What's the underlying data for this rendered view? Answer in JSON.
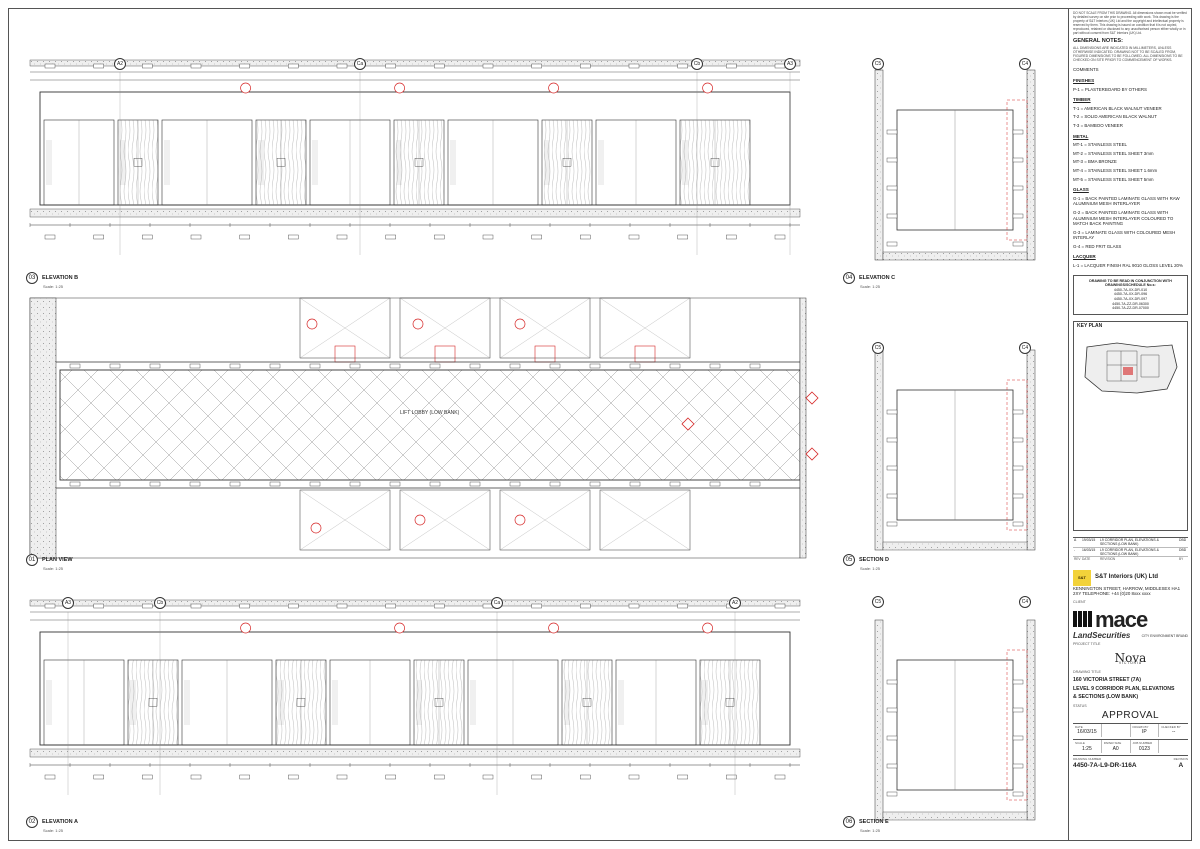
{
  "views": {
    "elev_b": {
      "number": "03",
      "name": "ELEVATION B",
      "scale": "Scale: 1:25"
    },
    "elev_c": {
      "number": "04",
      "name": "ELEVATION C",
      "scale": "Scale: 1:25"
    },
    "plan": {
      "number": "01",
      "name": "PLAN VIEW",
      "scale": "Scale: 1:25"
    },
    "sect_d": {
      "number": "05",
      "name": "SECTION D",
      "scale": "Scale: 1:25"
    },
    "elev_a": {
      "number": "02",
      "name": "ELEVATION A",
      "scale": "Scale: 1:25"
    },
    "sect_e": {
      "number": "06",
      "name": "SECTION E",
      "scale": "Scale: 1:25"
    }
  },
  "gridlines": {
    "top": [
      "A2",
      "Ca",
      "Cb",
      "A3"
    ],
    "right_top": [
      "C5",
      "C4"
    ],
    "right_mid": [
      "C5",
      "C4"
    ],
    "right_bottom": [
      "C5",
      "C4"
    ],
    "bottom": [
      "A3",
      "Cb",
      "Ca",
      "A2"
    ]
  },
  "plan_label": "LIFT LOBBY (LOW BANK)",
  "title_block": {
    "disclaimer": "DO NOT SCALE FROM THIS DRAWING. All dimensions shown must be verified by detailed survey on site prior to proceeding with work. This drawing is the property of S&T Interiors (UK) Ltd and the copyright and intellectual property is reserved by them. This drawing is issued on condition that it is not copied, reproduced, retained or disclosed to any unauthorised person either wholly or in part without consent from S&T Interiors (UK) Ltd.",
    "general_notes_title": "GENERAL NOTES:",
    "general_notes": "ALL DIMENSIONS ARE INDICATED IN MILLIMETERS, UNLESS OTHERWISE INDICATED. DRAWING NOT TO BE SCALED FROM, FIGURED DIMENSIONS TO BE FOLLOWED. ALL DIMENSIONS TO BE CHECKED ON SITE PRIOR TO COMMENCEMENT OF WORKS.",
    "comments": "COMMENTS",
    "finishes": "FINISHES",
    "p1": "P-1 = PLASTERBOARD BY OTHERS",
    "timber": "TIMBER",
    "t1": "T-1 = AMERICAN BLACK WALNUT VENEER",
    "t2": "T-2 = SOLID AMERICAN BLACK WALNUT",
    "t3": "T-3 = BAMBOO VENEER",
    "metal": "METAL",
    "mt1": "MT-1 = STAINLESS STEEL",
    "mt2": "MT-2 = STAINLESS STEEL SHEET 3mm",
    "mt3": "MT-3 = BMA BRONZE",
    "mt4": "MT-4 = STAINLESS STEEL SHEET 1.6mm",
    "mt5": "MT-5 = STAINLESS STEEL SHEET 5mm",
    "glass": "GLASS",
    "g1": "G-1 = BACK PAINTED LAMINATE GLASS WITH RAW ALUMINIUM MESH INTERLAYER",
    "g2": "G-2 = BACK PAINTED LAMINATE GLASS WITH ALUMINIUM MESH INTERLAYER COLOURED TO MATCH BACK PAINTING",
    "g3": "G-3 = LAMINATE GLASS WITH COLOURED MESH INTERLAY",
    "g4": "G-4 = RED FRIT GLASS",
    "lacquer": "LACQUER",
    "l1": "L-1 = LACQUER FINISH RAL 9010 GLOSS LEVEL 20%",
    "readwith_title": "DRAWING TO BE READ IN CONJUNCTION WITH DRAWINGS/SCHEDULE No.s:",
    "readwith": [
      "4450-7A-XX-DR-010",
      "4450-7A-XX-DR-096",
      "4450-7A-XX-DR-097",
      "4450-7A-ZZ-DR-06300",
      "4450-7A-ZZ-DR-07000"
    ],
    "key_plan": "KEY PLAN",
    "rev_rows": [
      {
        "rev": "A",
        "date": "19/03/15",
        "desc": "L9 CORRIDOR PLAN, ELEVATIONS & SECTIONS (LOW BANK)",
        "by": "DBD"
      },
      {
        "rev": "-",
        "date": "16/03/15",
        "desc": "L9 CORRIDOR PLAN, ELEVATIONS & SECTIONS (LOW BANK)",
        "by": "DBD"
      }
    ],
    "rev_head": [
      "REV",
      "DATE",
      "REVISION",
      "BY"
    ],
    "company": "S&T Interiors (UK) Ltd",
    "logo_text": "S&T",
    "company_addr": "KENNINGTON STREET, HARROW, MIDDLESEX HA1 2XY TELEPHONE: +44 (0)20 8xxx xxxx",
    "client_label": "CLIENT",
    "client1": "mace",
    "client2": "LandSecurities",
    "client3": "CITY ENVIRONMENT BRAND",
    "project_label": "PROJECT TITLE",
    "project": "Nova",
    "project_sub": "VICTORIA",
    "drawing_label": "DRAWING TITLE",
    "drawing_title": [
      "160 VICTORIA STREET (7A)",
      "LEVEL 9 CORRIDOR PLAN, ELEVATIONS",
      "& SECTIONS (LOW BANK)"
    ],
    "status_label": "STATUS",
    "status": "APPROVAL",
    "date_k": "DATE",
    "date_v": "16/03/15",
    "drawn_k": "DRAWN BY",
    "drawn_v": "IP",
    "checked_k": "CHECKED BY",
    "checked_v": "--",
    "scale_k": "SCALE",
    "scale_v": "1:25",
    "paper_k": "PAPER SIZE",
    "paper_v": "A0",
    "job_k": "JOB NUMBER",
    "job_v": "0123",
    "dwg_k": "DRAWING NUMBER",
    "dwg_v": "4450-7A-L9-DR-116A",
    "revk": "REVISION",
    "revv": "A"
  },
  "colors": {
    "line": "#333333",
    "redline": "#d62828",
    "concrete": "#bfbfbf",
    "hatch": "#9a9a9a"
  }
}
